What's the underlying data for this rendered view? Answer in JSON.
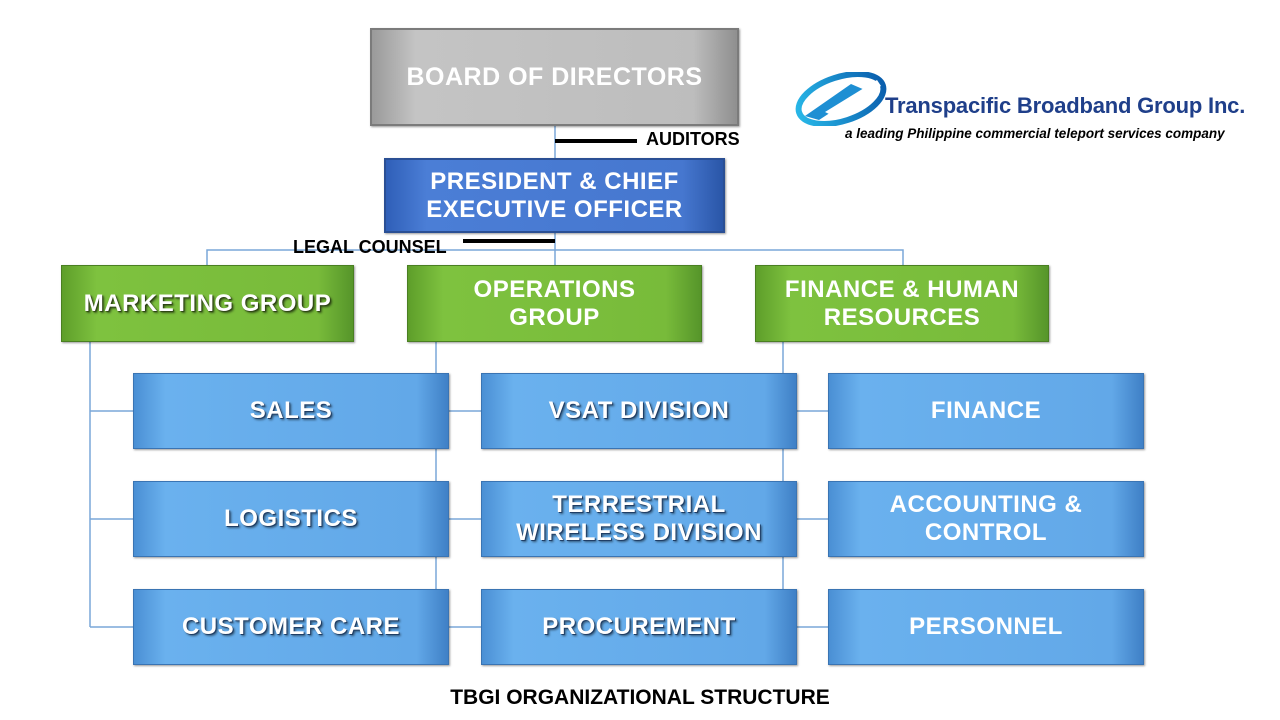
{
  "colors": {
    "board": "#bdbdbd",
    "executive": "#4677cf",
    "group": "#78bb3a",
    "unit": "#62a8e8",
    "connector": "#7aa7d8",
    "logo_text": "#1f3f8a"
  },
  "logo": {
    "icon": "dish-swoosh-logo",
    "name": "Transpacific Broadband Group Inc.",
    "tagline": "a leading Philippine commercial teleport services company"
  },
  "board": {
    "label": "BOARD OF DIRECTORS"
  },
  "auditors": {
    "label": "AUDITORS"
  },
  "executive": {
    "line1": "PRESIDENT & CHIEF",
    "line2": "EXECUTIVE OFFICER"
  },
  "legal": {
    "label": "LEGAL COUNSEL"
  },
  "groups": {
    "marketing": {
      "label": "MARKETING GROUP",
      "units": [
        "SALES",
        "LOGISTICS",
        "CUSTOMER CARE"
      ]
    },
    "operations": {
      "line1": "OPERATIONS",
      "line2": "GROUP",
      "units": [
        "VSAT DIVISION",
        "TERRESTRIAL",
        "WIRELESS DIVISION",
        "PROCUREMENT"
      ]
    },
    "finance": {
      "line1": "FINANCE & HUMAN",
      "line2": "RESOURCES",
      "units": [
        "FINANCE",
        "ACCOUNTING &",
        "CONTROL",
        "PERSONNEL"
      ]
    }
  },
  "caption": "TBGI ORGANIZATIONAL STRUCTURE"
}
